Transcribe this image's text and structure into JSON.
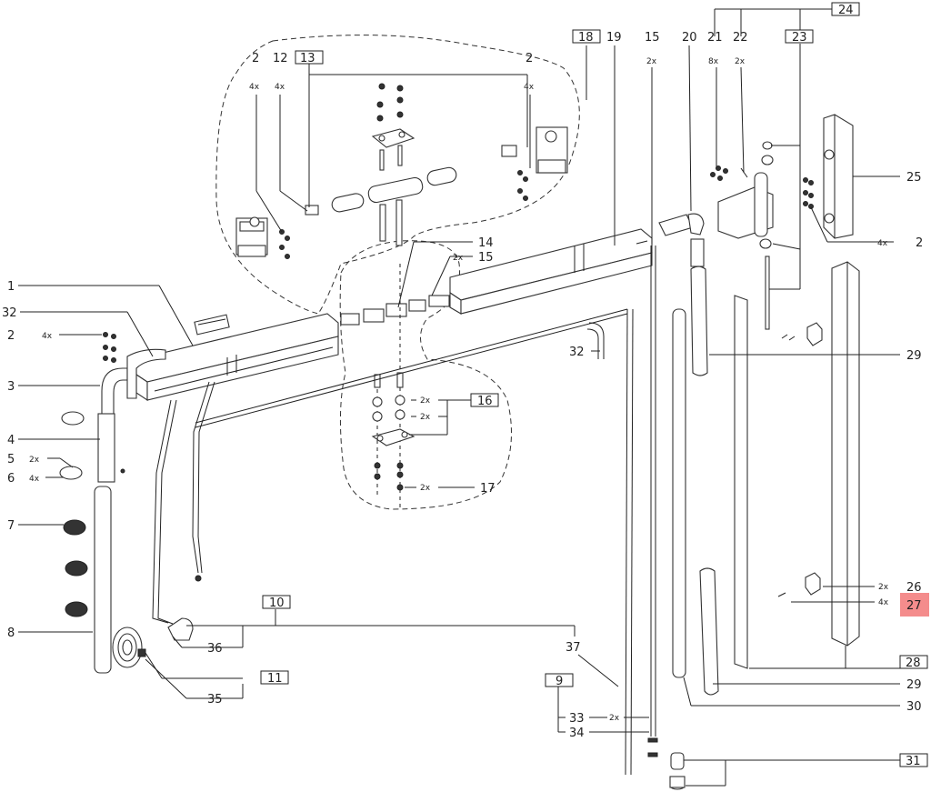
{
  "parts": [
    {
      "id": "p1",
      "label": "1"
    },
    {
      "id": "p32a",
      "label": "32"
    },
    {
      "id": "p2a",
      "label": "2",
      "qty": "4x"
    },
    {
      "id": "p3",
      "label": "3"
    },
    {
      "id": "p4",
      "label": "4"
    },
    {
      "id": "p5",
      "label": "5",
      "qty": "2x"
    },
    {
      "id": "p6",
      "label": "6",
      "qty": "4x"
    },
    {
      "id": "p7",
      "label": "7"
    },
    {
      "id": "p8",
      "label": "8"
    },
    {
      "id": "p2b",
      "label": "2",
      "qty": "4x"
    },
    {
      "id": "p12",
      "label": "12",
      "qty": "4x"
    },
    {
      "id": "p13",
      "label": "13"
    },
    {
      "id": "p2c",
      "label": "2",
      "qty": "4x"
    },
    {
      "id": "p18",
      "label": "18"
    },
    {
      "id": "p19",
      "label": "19"
    },
    {
      "id": "p15a",
      "label": "15",
      "qty": "2x"
    },
    {
      "id": "p20",
      "label": "20"
    },
    {
      "id": "p21",
      "label": "21",
      "qty": "8x"
    },
    {
      "id": "p22",
      "label": "22",
      "qty": "2x"
    },
    {
      "id": "p23",
      "label": "23"
    },
    {
      "id": "p24",
      "label": "24"
    },
    {
      "id": "p25",
      "label": "25"
    },
    {
      "id": "p2d",
      "label": "2",
      "qty": "4x"
    },
    {
      "id": "p14",
      "label": "14"
    },
    {
      "id": "p15b",
      "label": "15",
      "qty": "2x"
    },
    {
      "id": "p32b",
      "label": "32"
    },
    {
      "id": "p29a",
      "label": "29"
    },
    {
      "id": "p16",
      "label": "16",
      "qty": "2x"
    },
    {
      "id": "p16b",
      "label": "2x"
    },
    {
      "id": "p17",
      "label": "17",
      "qty": "2x"
    },
    {
      "id": "p26",
      "label": "26",
      "qty": "2x"
    },
    {
      "id": "p27",
      "label": "27",
      "qty": "4x"
    },
    {
      "id": "p10",
      "label": "10"
    },
    {
      "id": "p36",
      "label": "36"
    },
    {
      "id": "p37",
      "label": "37"
    },
    {
      "id": "p11",
      "label": "11"
    },
    {
      "id": "p35",
      "label": "35"
    },
    {
      "id": "p9",
      "label": "9"
    },
    {
      "id": "p33",
      "label": "33",
      "qty": "2x"
    },
    {
      "id": "p34",
      "label": "34"
    },
    {
      "id": "p28",
      "label": "28"
    },
    {
      "id": "p29b",
      "label": "29"
    },
    {
      "id": "p30",
      "label": "30"
    },
    {
      "id": "p31",
      "label": "31"
    }
  ],
  "highlight_color": "#f48c8c"
}
